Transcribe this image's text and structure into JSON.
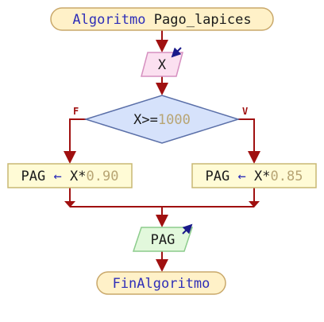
{
  "start": {
    "keyword": "Algoritmo",
    "name": "Pago_lapices"
  },
  "input": {
    "var": "X"
  },
  "decision": {
    "left": "X>=",
    "value": "1000",
    "false_label": "F",
    "true_label": "V"
  },
  "assign_false": {
    "target": "PAG",
    "arrow": "←",
    "expr": "X*",
    "value": "0.90"
  },
  "assign_true": {
    "target": "PAG",
    "arrow": "←",
    "expr": "X*",
    "value": "0.85"
  },
  "output": {
    "var": "PAG"
  },
  "end": {
    "keyword": "FinAlgoritmo"
  },
  "colors": {
    "flow_line": "#a01010",
    "terminal_fill": "#fff1c8",
    "terminal_stroke": "#c9a86a",
    "io_fill": "#fbe0f0",
    "io_stroke": "#d690c0",
    "decision_fill": "#d6e2fb",
    "decision_stroke": "#5a6fa8",
    "process_fill": "#fffbd6",
    "process_stroke": "#c8b874",
    "output_fill": "#e2f8dc",
    "output_stroke": "#8ccc8c",
    "keyword": "#2e2eb8",
    "number": "#b8a574",
    "io_marker": "#1a1a8a"
  }
}
